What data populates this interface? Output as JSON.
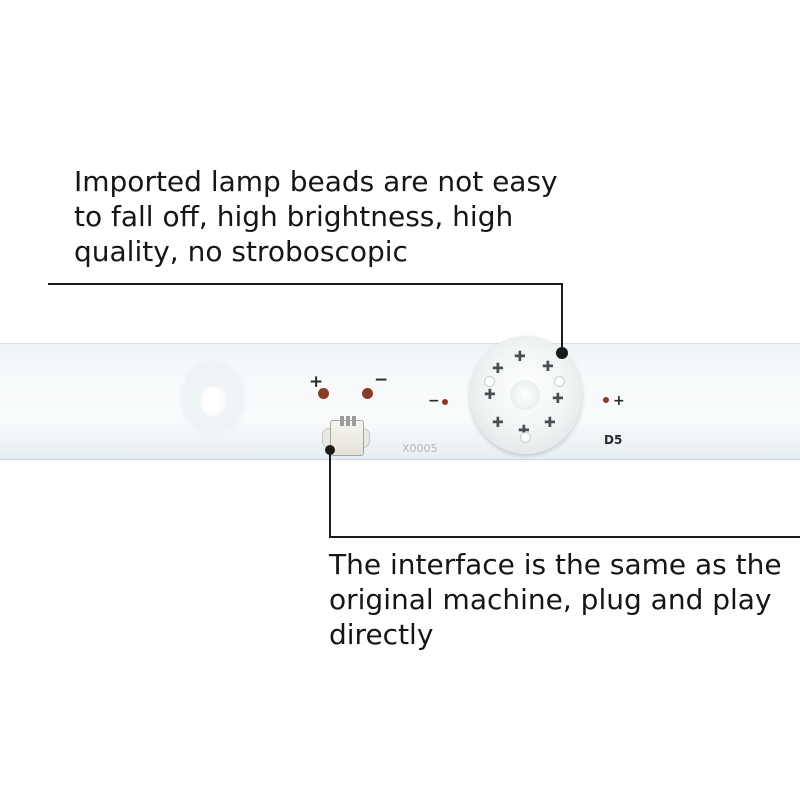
{
  "captions": {
    "top": [
      "Imported lamp beads are not easy",
      "to fall off, high brightness, high",
      "quality, no stroboscopic"
    ],
    "bottom": [
      "The interface is the same as the",
      "original machine, plug and play",
      "directly"
    ]
  },
  "board": {
    "connector_plus": "+",
    "connector_minus": "−",
    "part_code": "X0005",
    "led_minus": "−",
    "led_plus": "+",
    "led_designator": "D5"
  },
  "colors": {
    "text": "#161616",
    "leader_line": "#1a1a1a",
    "board": "#f7fafb",
    "solder_pad": "#8a3b27"
  }
}
